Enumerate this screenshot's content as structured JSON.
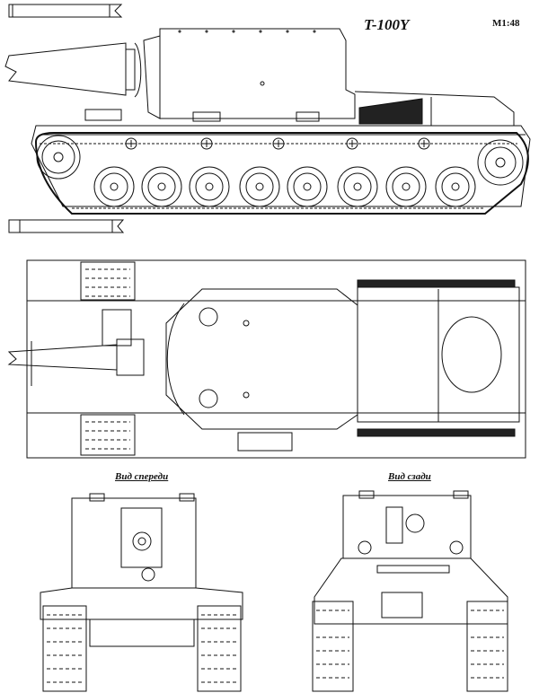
{
  "title": "T-100Y",
  "scale": "M1:48",
  "views": {
    "side": {
      "name": "side-view"
    },
    "top": {
      "name": "top-view"
    },
    "front": {
      "caption": "Вид спереди"
    },
    "rear": {
      "caption": "Вид сзади"
    }
  },
  "colors": {
    "ink": "#111111",
    "paper": "#ffffff",
    "shade": "#222222"
  }
}
